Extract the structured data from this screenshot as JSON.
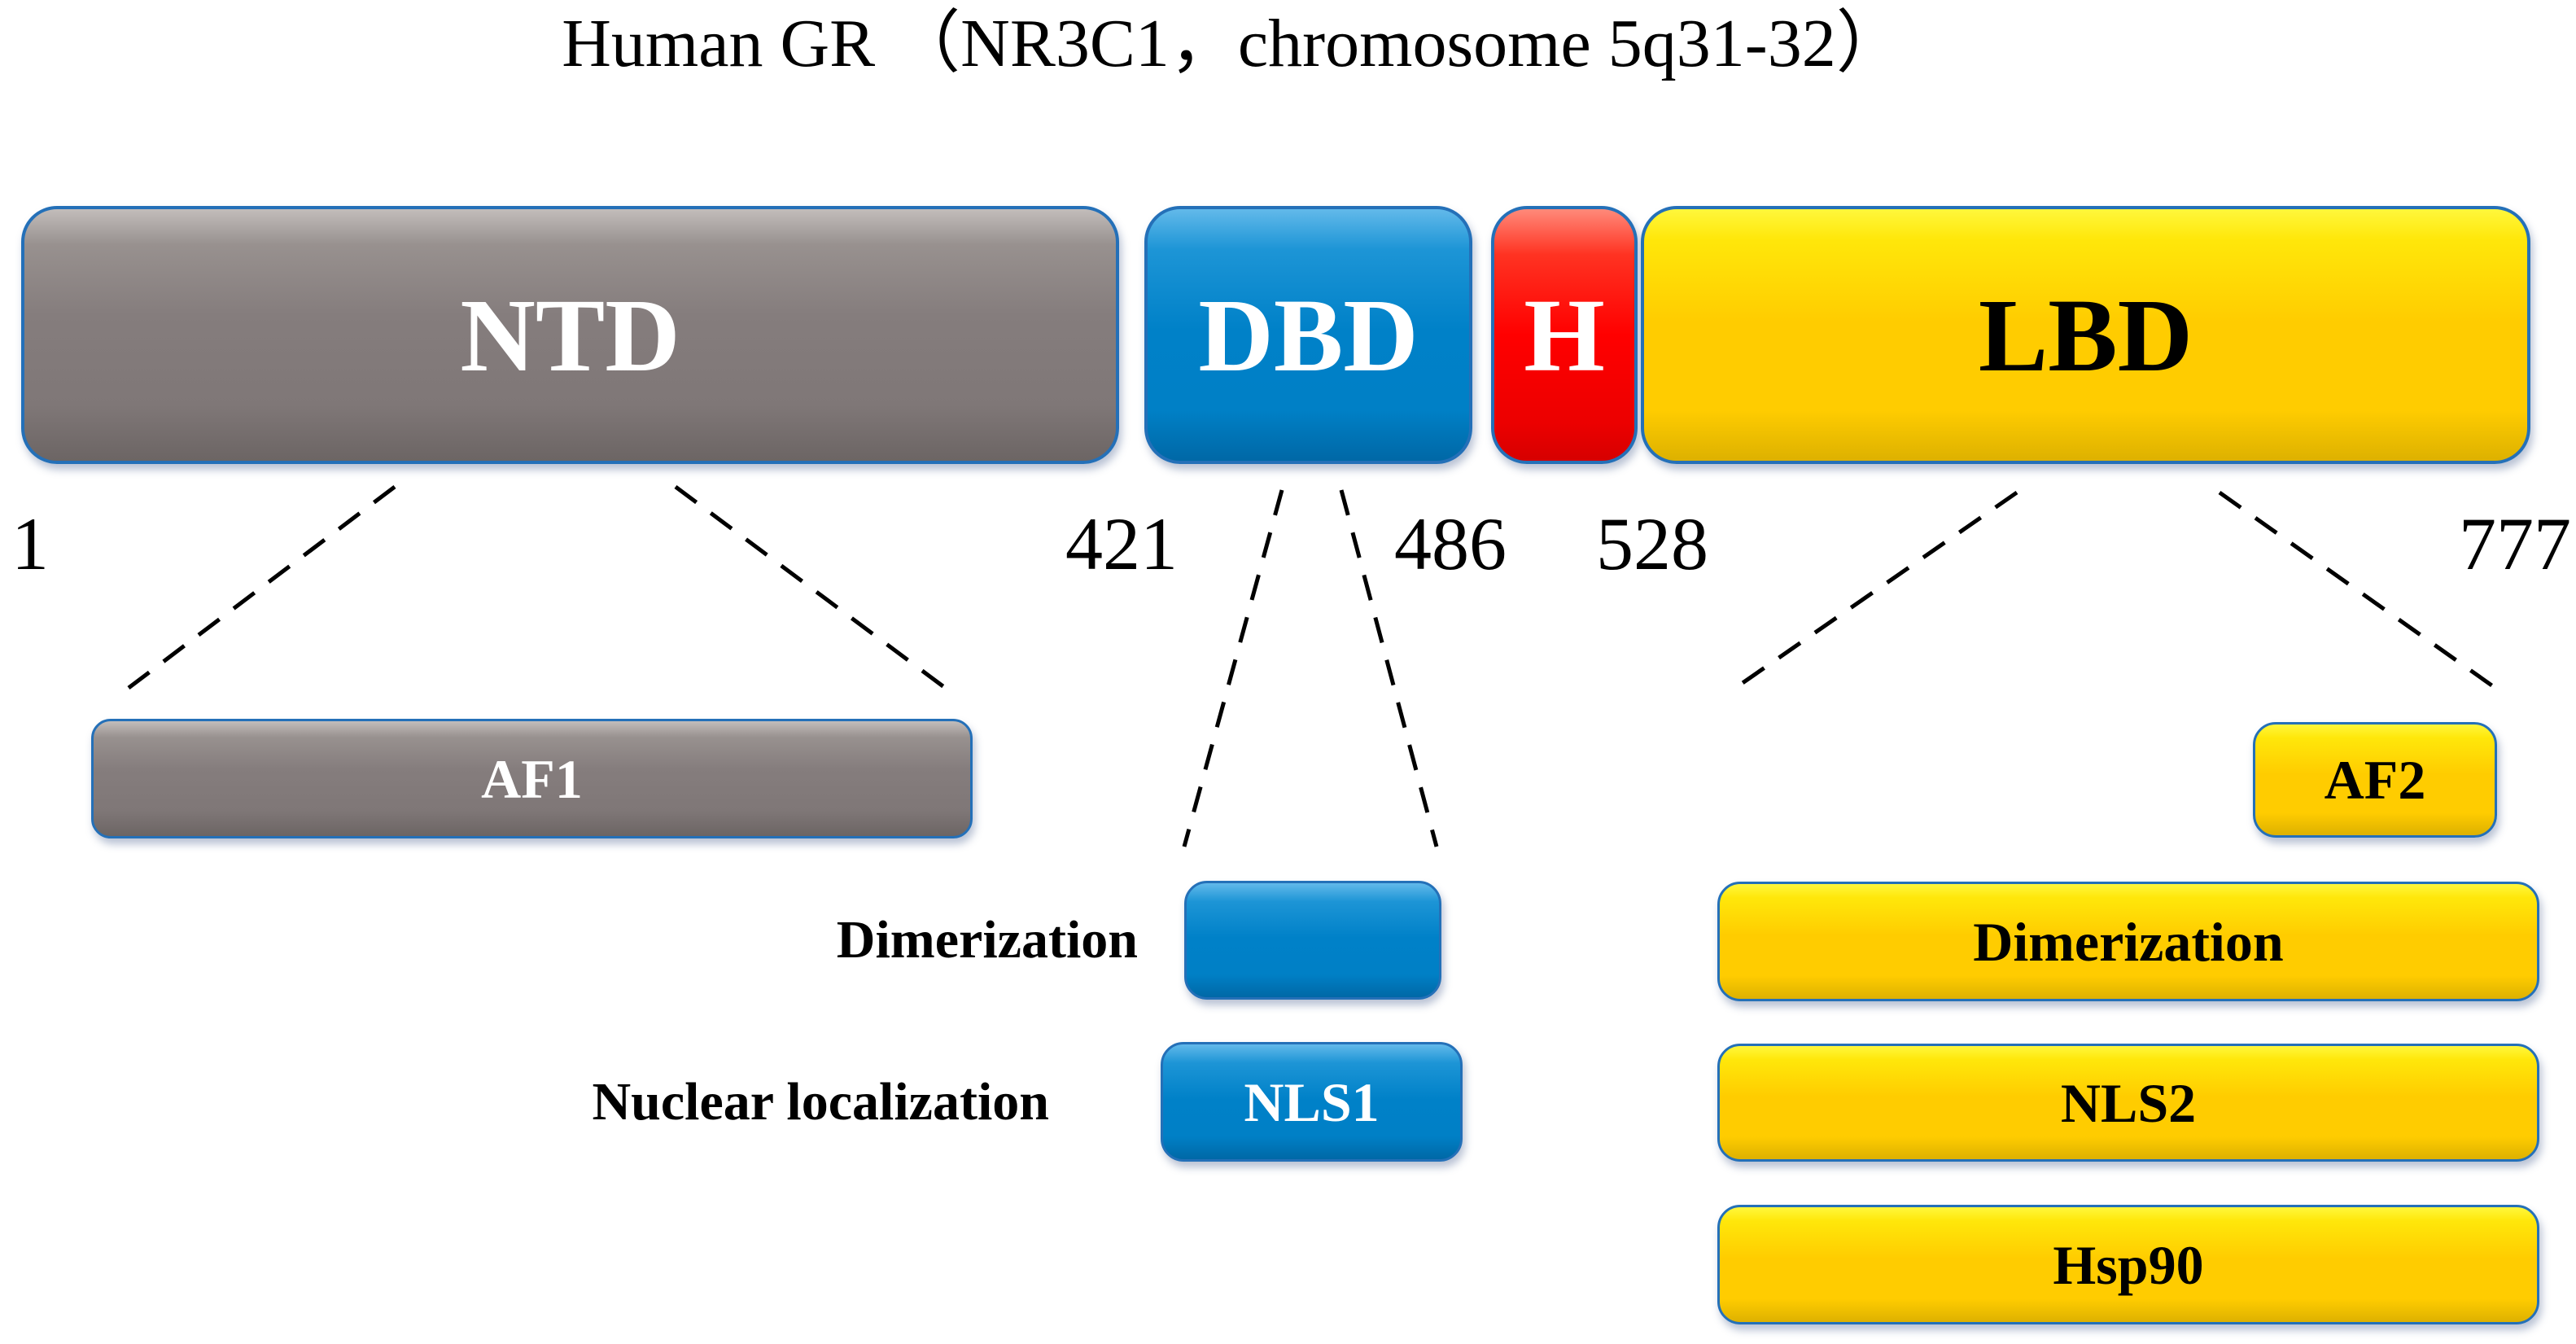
{
  "title": "Human GR （NR3C1，chromosome 5q31-32）",
  "domains": [
    {
      "label": "NTD",
      "color": "#847C7C",
      "text_color": "#FFFFFF"
    },
    {
      "label": "DBD",
      "color": "#0081C8",
      "text_color": "#FFFFFF"
    },
    {
      "label": "H",
      "color": "#FF0000",
      "text_color": "#FFFFFF"
    },
    {
      "label": "LBD",
      "color": "#FFCC00",
      "text_color": "#000000"
    }
  ],
  "scale_labels": [
    "1",
    "421",
    "486",
    "528",
    "777"
  ],
  "features": {
    "af1": {
      "label": "AF1"
    },
    "nls1": {
      "label": "NLS1"
    },
    "af2": {
      "label": "AF2"
    },
    "lbd_dim": {
      "label": "Dimerization"
    },
    "nls2": {
      "label": "NLS2"
    },
    "hsp90": {
      "label": "Hsp90"
    }
  },
  "side_labels": {
    "dimerization": "Dimerization",
    "nuclear_localization": "Nuclear localization"
  },
  "palette": {
    "outline_blue": "#2470B8",
    "connector_black": "#000000",
    "background": "#FFFFFF"
  }
}
